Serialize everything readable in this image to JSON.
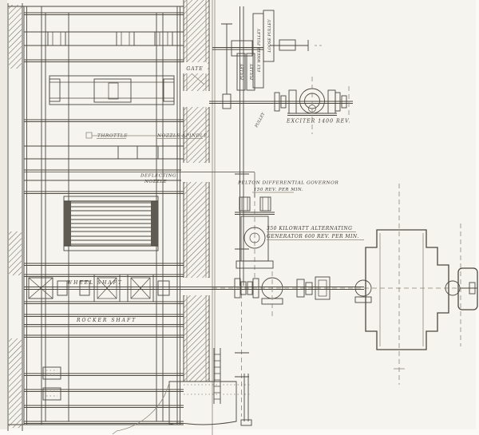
{
  "labels": {
    "fly_wheel_pulley": "FLY WHEEL PULLEY",
    "loose_pulley": "LOOSE PULLEY",
    "pulley_a": "PULLEY",
    "pulley_b": "PULLEY",
    "pulley_c": "PULLEY",
    "gate": "GATE",
    "throttle": "THROTTLE",
    "nozzle_spindle": "NOZZLE SPINDLE",
    "deflecting_line1": "DEFLECTING",
    "deflecting_line2": "NOZZLE",
    "wheel_shaft": "WHEEL SHAFT",
    "rocker_shaft": "ROCKER SHAFT",
    "exciter": "EXCITER 1400 REV.",
    "governor_line1": "PELTON DIFFERENTIAL GOVERNOR",
    "governor_line2": "150 REV. PER MIN.",
    "generator_line1": "350 KILOWATT ALTERNATING",
    "generator_line2": "GENERATOR 600 REV. PER MIN."
  },
  "colors": {
    "paper": "#f5f4ef",
    "ink": "#4c483f",
    "faint_ink": "#8b8578"
  }
}
